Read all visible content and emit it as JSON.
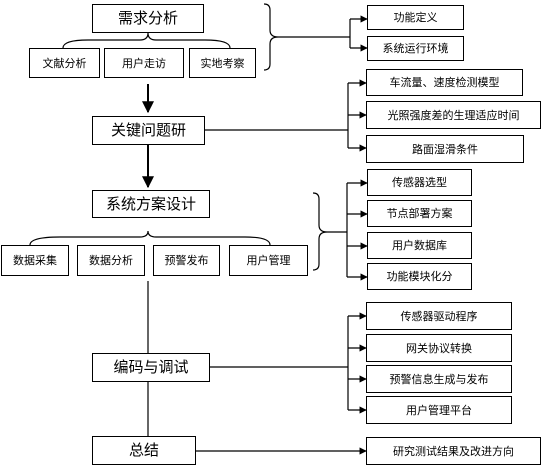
{
  "stages": [
    {
      "label": "需求分析",
      "children": [
        "文献分析",
        "用户走访",
        "实地考察"
      ],
      "outputs": [
        "功能定义",
        "系统运行环境"
      ]
    },
    {
      "label": "关键问题研",
      "children": [],
      "outputs": [
        "车流量、速度检测模型",
        "光照强度差的生理适应时间",
        "路面湿滑条件"
      ]
    },
    {
      "label": "系统方案设计",
      "children": [
        "数据采集",
        "数据分析",
        "预警发布",
        "用户管理"
      ],
      "outputs": [
        "传感器选型",
        "节点部署方案",
        "用户数据库",
        "功能模块化分"
      ]
    },
    {
      "label": "编码与调试",
      "children": [],
      "outputs": [
        "传感器驱动程序",
        "网关协议转换",
        "预警信息生成与发布",
        "用户管理平台"
      ]
    },
    {
      "label": "总结",
      "children": [],
      "outputs": [
        "研究测试结果及改进方向"
      ]
    }
  ]
}
